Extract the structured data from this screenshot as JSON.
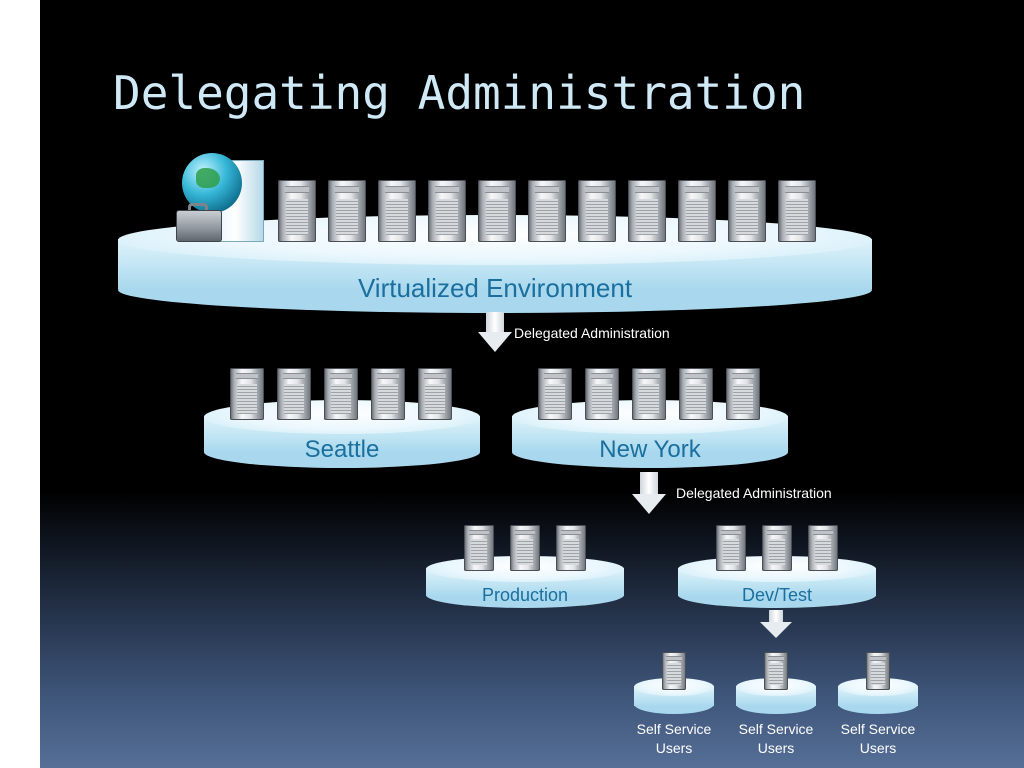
{
  "title": "Delegating Administration",
  "icons": {
    "management": [
      "globe-icon",
      "server-tower-icon",
      "toolbox-icon"
    ],
    "server": "server-icon",
    "arrow": "arrow-down-icon"
  },
  "colors": {
    "title": "#cfe9f7",
    "platform_label": "#1a6f9e",
    "annotation": "#ffffff"
  },
  "platforms": {
    "virtualized": {
      "label": "Virtualized Environment"
    },
    "seattle": {
      "label": "Seattle"
    },
    "newyork": {
      "label": "New York"
    },
    "production": {
      "label": "Production"
    },
    "devtest": {
      "label": "Dev/Test"
    }
  },
  "arrows": {
    "top": {
      "label": "Delegated Administration"
    },
    "middle": {
      "label": "Delegated Administration"
    }
  },
  "users": [
    {
      "line1": "Self Service",
      "line2": "Users"
    },
    {
      "line1": "Self Service",
      "line2": "Users"
    },
    {
      "line1": "Self Service",
      "line2": "Users"
    }
  ]
}
